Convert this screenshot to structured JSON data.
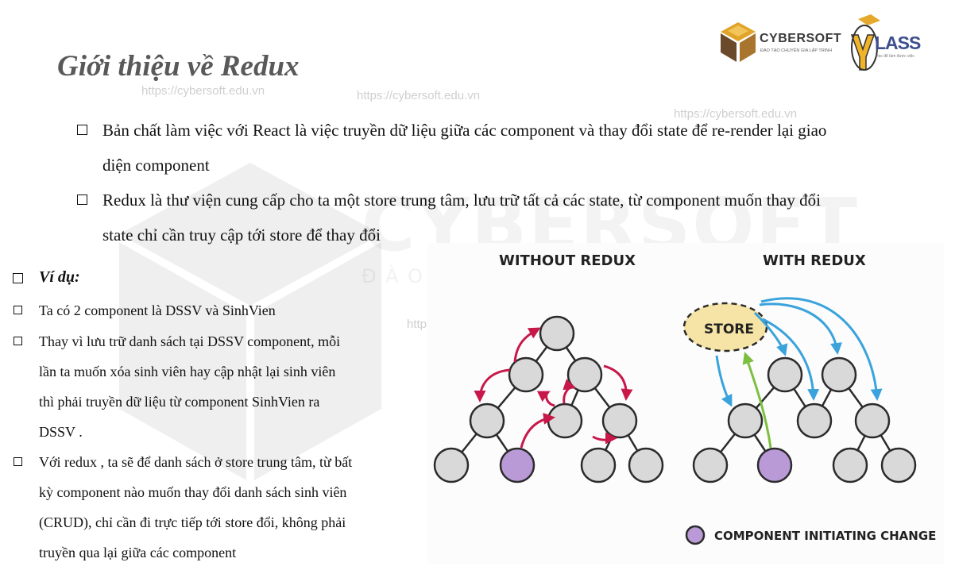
{
  "title": "Giới thiệu về Redux",
  "watermark": {
    "url": "https://cybersoft.edu.vn",
    "brand": "CYBERSOFT",
    "brand_sub": "ĐÀO"
  },
  "logos": {
    "cybersoft": {
      "name": "CYBERSOFT",
      "tagline": "ĐÀO TẠO CHUYÊN GIA LẬP TRÌNH"
    },
    "myclass": {
      "name": "LASS",
      "tagline": "Học để làm được việc"
    }
  },
  "main_bullets": [
    {
      "line1": "Bản chất làm việc với React là việc truyền dữ liệu giữa các component và thay đổi state để re-render lại giao",
      "line2": "diện component"
    },
    {
      "line1": "Redux là thư viện cung cấp cho ta một store trung tâm, lưu trữ tất cả các state, từ component muốn thay đổi",
      "line2": "state chỉ cần truy cập tới store để thay đổi"
    }
  ],
  "example": {
    "heading": "Ví dụ:",
    "items": [
      {
        "lines": [
          "Ta có 2 component là DSSV và SinhVien"
        ]
      },
      {
        "lines": [
          "Thay vì lưu trữ danh sách tại DSSV component, mỗi",
          "lần ta muốn xóa sinh viên hay cập nhật lại sinh viên",
          "thì phải truyền dữ liệu từ component SinhVien ra",
          "DSSV ."
        ]
      },
      {
        "lines": [
          "Với redux , ta sẽ để danh sách ở store trung tâm, từ bất",
          "kỳ component nào muốn thay đổi danh sách sinh viên",
          "(CRUD), chỉ cần đi trực tiếp tới store đổi, không phải",
          "truyền qua lại giữa các component"
        ]
      }
    ]
  },
  "diagram": {
    "left_title": "WITHOUT REDUX",
    "right_title": "WITH REDUX",
    "store_label": "STORE",
    "legend": "COMPONENT INITIATING CHANGE",
    "colors": {
      "node_fill": "#d9d9d9",
      "node_stroke": "#2b2b2b",
      "initiator_fill": "#b99ad6",
      "red_arrow": "#c8184a",
      "blue_arrow": "#3aa3dc",
      "green_arrow": "#7cbf3e",
      "store_fill": "#f6e3a6"
    }
  }
}
